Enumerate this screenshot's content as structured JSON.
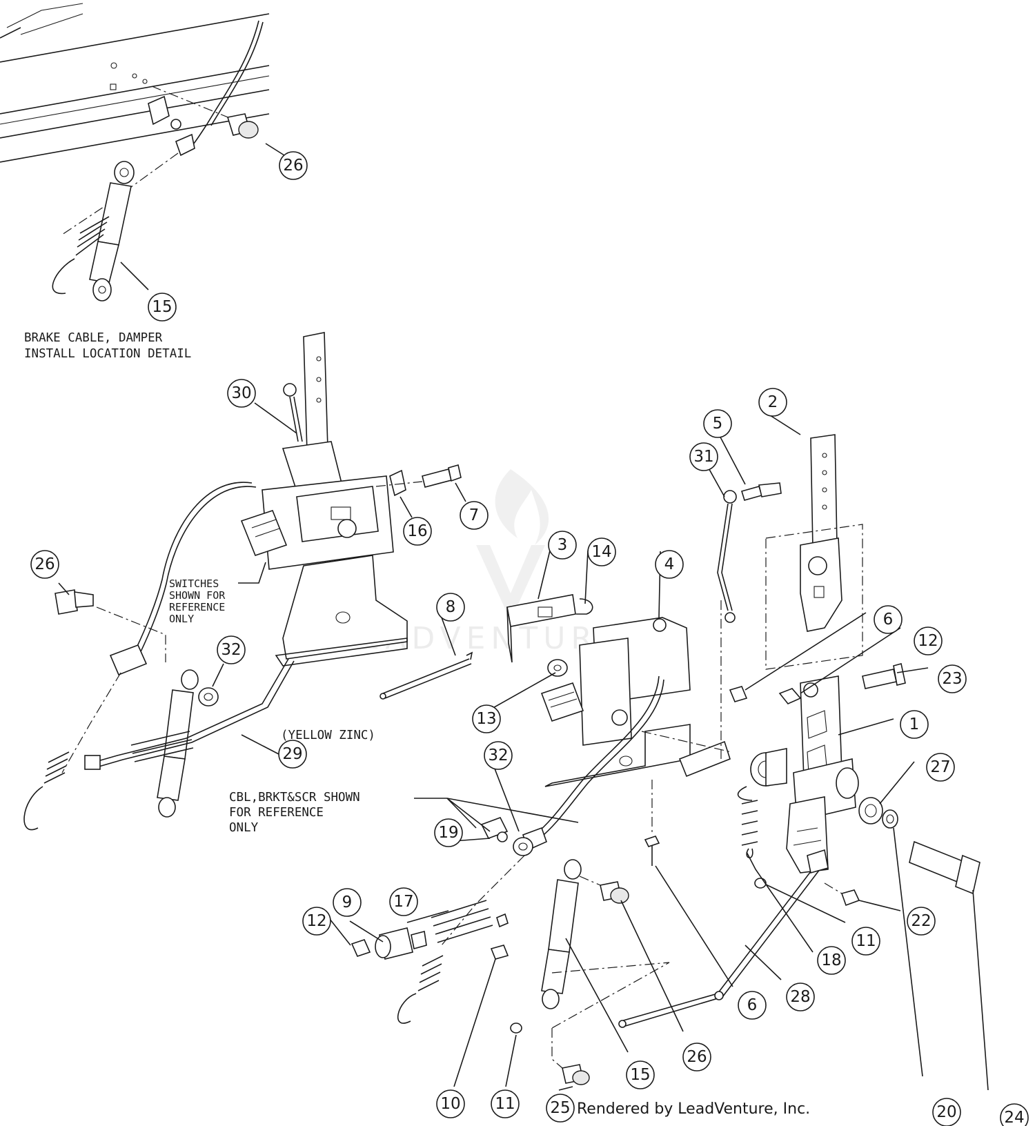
{
  "notes": {
    "detail_title_1": "BRAKE CABLE, DAMPER",
    "detail_title_2": "INSTALL LOCATION DETAIL",
    "switches_1": "SWITCHES",
    "switches_2": "SHOWN FOR",
    "switches_3": "REFERENCE",
    "switches_4": "ONLY",
    "yellow_zinc": "(YELLOW ZINC)",
    "cbl_1": "CBL,BRKT&SCR SHOWN",
    "cbl_2": "FOR REFERENCE",
    "cbl_3": "ONLY"
  },
  "footer": "Rendered by LeadVenture, Inc.",
  "watermark": "LEADVENTURE",
  "callouts": [
    {
      "id": "c-26a",
      "label": "26"
    },
    {
      "id": "c-15a",
      "label": "15"
    },
    {
      "id": "c-30",
      "label": "30"
    },
    {
      "id": "c-16",
      "label": "16"
    },
    {
      "id": "c-7",
      "label": "7"
    },
    {
      "id": "c-26b",
      "label": "26"
    },
    {
      "id": "c-32a",
      "label": "32"
    },
    {
      "id": "c-29",
      "label": "29"
    },
    {
      "id": "c-8",
      "label": "8"
    },
    {
      "id": "c-3",
      "label": "3"
    },
    {
      "id": "c-14",
      "label": "14"
    },
    {
      "id": "c-4",
      "label": "4"
    },
    {
      "id": "c-13",
      "label": "13"
    },
    {
      "id": "c-32b",
      "label": "32"
    },
    {
      "id": "c-5",
      "label": "5"
    },
    {
      "id": "c-31",
      "label": "31"
    },
    {
      "id": "c-2",
      "label": "2"
    },
    {
      "id": "c-6a",
      "label": "6"
    },
    {
      "id": "c-12a",
      "label": "12"
    },
    {
      "id": "c-23",
      "label": "23"
    },
    {
      "id": "c-1",
      "label": "1"
    },
    {
      "id": "c-27",
      "label": "27"
    },
    {
      "id": "c-20",
      "label": "20"
    },
    {
      "id": "c-24",
      "label": "24"
    },
    {
      "id": "c-22",
      "label": "22"
    },
    {
      "id": "c-11a",
      "label": "11"
    },
    {
      "id": "c-18",
      "label": "18"
    },
    {
      "id": "c-28",
      "label": "28"
    },
    {
      "id": "c-6b",
      "label": "6"
    },
    {
      "id": "c-9",
      "label": "9"
    },
    {
      "id": "c-17",
      "label": "17"
    },
    {
      "id": "c-19",
      "label": "19"
    },
    {
      "id": "c-12b",
      "label": "12"
    },
    {
      "id": "c-26c",
      "label": "26"
    },
    {
      "id": "c-15b",
      "label": "15"
    },
    {
      "id": "c-10",
      "label": "10"
    },
    {
      "id": "c-11b",
      "label": "11"
    },
    {
      "id": "c-25",
      "label": "25"
    }
  ]
}
